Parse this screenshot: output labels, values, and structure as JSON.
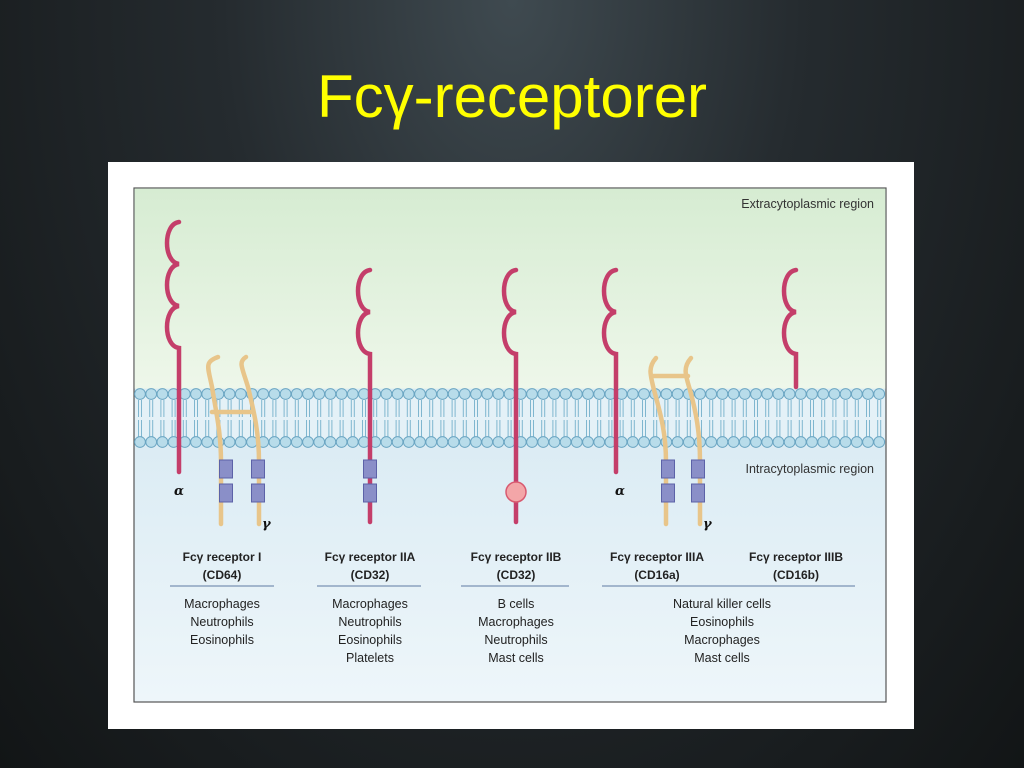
{
  "slide": {
    "title": "Fcγ-receptorer"
  },
  "diagram": {
    "regions": {
      "extracytoplasmic": "Extracytoplasmic region",
      "intracytoplasmic": "Intracytoplasmic region"
    },
    "chain_labels": {
      "alpha": "α",
      "gamma": "γ"
    },
    "colors": {
      "alpha_chain": "#c43e6a",
      "gamma_chain": "#e8c58a",
      "gamma_segment": "#8a8fc8",
      "itim_circle": "#f3a6a8",
      "extracellular_bg": "#dcefd8",
      "intracellular_bg": "#d9ebf2",
      "lipid_head": "#b8dcea"
    },
    "receptors": [
      {
        "name": "Fcγ receptor I",
        "cd": "(CD64)"
      },
      {
        "name": "Fcγ receptor IIA",
        "cd": "(CD32)"
      },
      {
        "name": "Fcγ receptor IIB",
        "cd": "(CD32)"
      },
      {
        "name": "Fcγ receptor IIIA",
        "cd": "(CD16a)"
      },
      {
        "name": "Fcγ receptor IIIB",
        "cd": "(CD16b)"
      }
    ],
    "cell_groups": [
      {
        "cells": [
          "Macrophages",
          "Neutrophils",
          "Eosinophils"
        ]
      },
      {
        "cells": [
          "Macrophages",
          "Neutrophils",
          "Eosinophils",
          "Platelets"
        ]
      },
      {
        "cells": [
          "B cells",
          "Macrophages",
          "Neutrophils",
          "Mast cells"
        ]
      },
      {
        "cells": [
          "Natural killer cells",
          "Eosinophils",
          "Macrophages",
          "Mast cells"
        ]
      }
    ]
  }
}
